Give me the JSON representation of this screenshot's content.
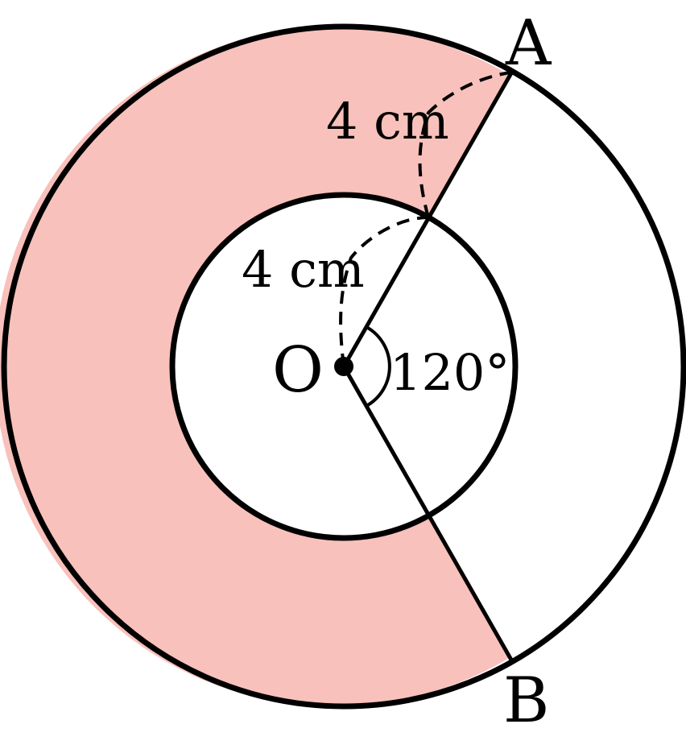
{
  "figure": {
    "center_label": "O",
    "point_a_label": "A",
    "point_b_label": "B",
    "inner_radius_label": "4 cm",
    "outer_width_label": "4 cm",
    "angle_label": "120°"
  },
  "geometry": {
    "inner_radius_cm": 4,
    "ring_width_cm": 4,
    "outer_radius_cm": 8,
    "angle_AOB_deg": 120
  },
  "colors": {
    "shaded_region": "#f8c1bb",
    "stroke": "#000000",
    "background": "#ffffff"
  }
}
